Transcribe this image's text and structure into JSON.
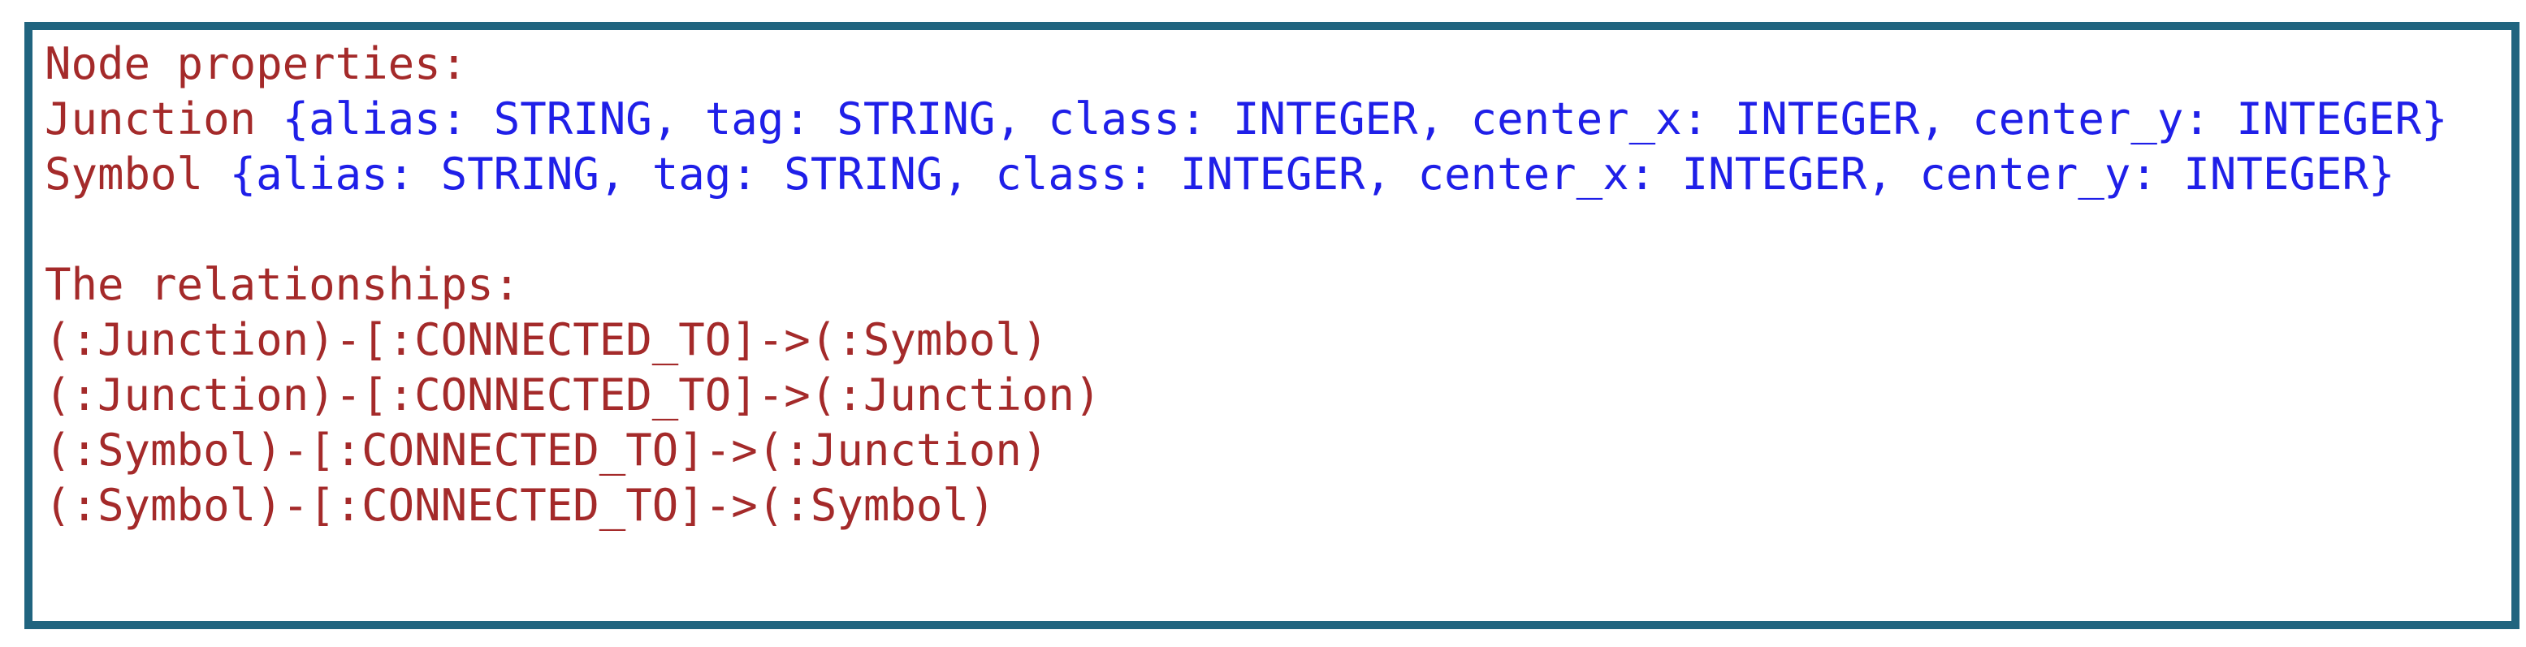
{
  "colors": {
    "border": "#20647f",
    "background": "#ffffff",
    "red": "#a42a2a",
    "blue": "#1f1fe8"
  },
  "code_block": {
    "lines": [
      {
        "segments": [
          {
            "text": "Node properties:",
            "style": "red"
          }
        ]
      },
      {
        "segments": [
          {
            "text": "Junction ",
            "style": "red"
          },
          {
            "text": "{alias: STRING, tag: STRING, class: INTEGER, center_x: INTEGER, center_y: INTEGER}",
            "style": "blue"
          }
        ]
      },
      {
        "segments": [
          {
            "text": "Symbol ",
            "style": "red"
          },
          {
            "text": "{alias: STRING, tag: STRING, class: INTEGER, center_x: INTEGER, center_y: INTEGER}",
            "style": "blue"
          }
        ]
      },
      {
        "segments": []
      },
      {
        "segments": [
          {
            "text": "The relationships:",
            "style": "red"
          }
        ]
      },
      {
        "segments": [
          {
            "text": "(:Junction)-[:CONNECTED_TO]->(:Symbol)",
            "style": "red"
          }
        ]
      },
      {
        "segments": [
          {
            "text": "(:Junction)-[:CONNECTED_TO]->(:Junction)",
            "style": "red"
          }
        ]
      },
      {
        "segments": [
          {
            "text": "(:Symbol)-[:CONNECTED_TO]->(:Junction)",
            "style": "red"
          }
        ]
      },
      {
        "segments": [
          {
            "text": "(:Symbol)-[:CONNECTED_TO]->(:Symbol)",
            "style": "red"
          }
        ]
      }
    ]
  }
}
